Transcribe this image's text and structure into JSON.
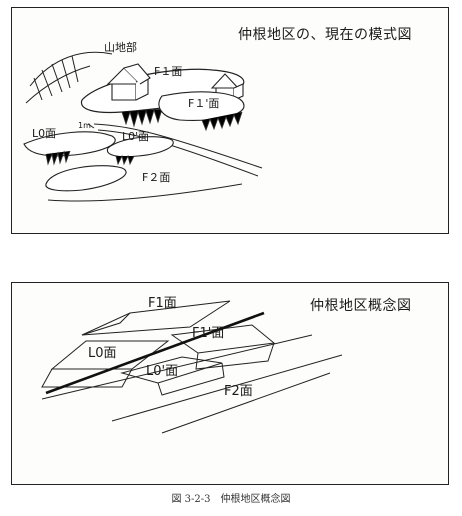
{
  "top_panel": {
    "title": "仲根地区の、現在の模式図",
    "labels": {
      "mountain": "山地部",
      "f1": "F１面",
      "f1_prime": "F１'面",
      "l0": "L0面",
      "l0_prime": "L0'面",
      "f2": "F２面",
      "one_m": "1m"
    }
  },
  "bottom_panel": {
    "title": "仲根地区概念図",
    "labels": {
      "f1": "F1面",
      "f1_prime": "F1'面",
      "l0": "L0面",
      "l0_prime": "L0'面",
      "f2": "F2面"
    }
  },
  "caption": "図 3-2-3　仲根地区概念図"
}
